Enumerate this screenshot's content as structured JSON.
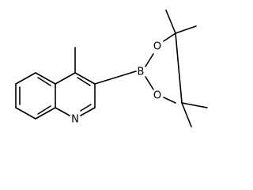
{
  "molecule": {
    "atoms": {
      "boron": "B",
      "oxygen_upper": "O",
      "oxygen_lower": "O",
      "nitrogen": "N"
    },
    "colors": {
      "ink": "#000000",
      "background": "#ffffff"
    }
  }
}
